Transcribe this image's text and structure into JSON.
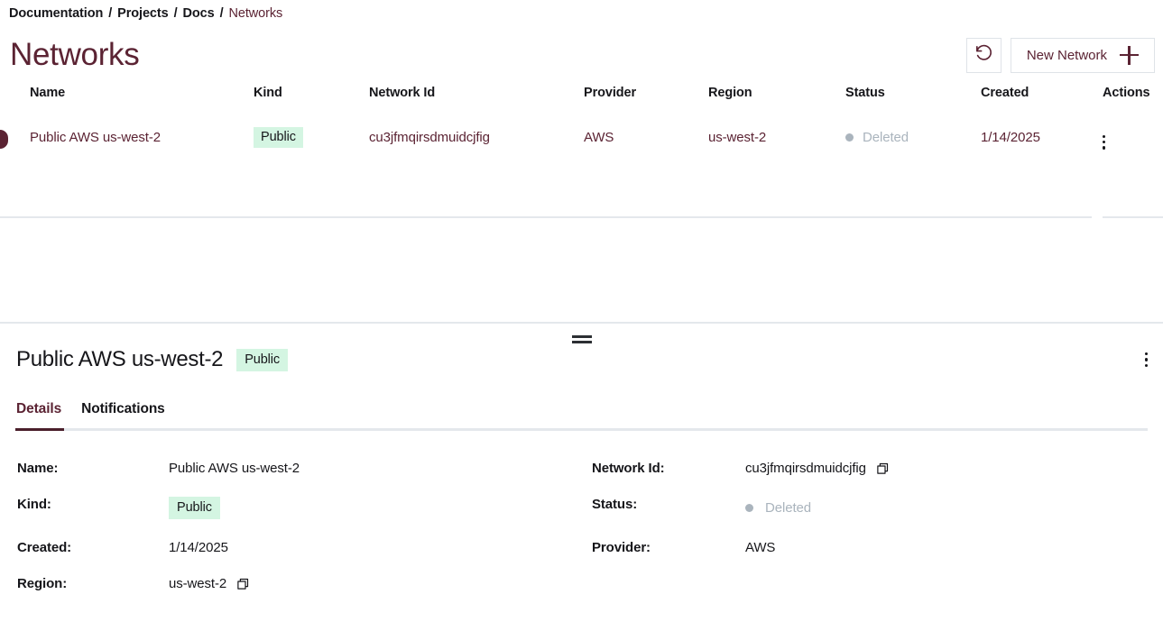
{
  "breadcrumb": {
    "items": [
      "Documentation",
      "Projects",
      "Docs",
      "Networks"
    ],
    "separator": "/"
  },
  "header": {
    "title": "Networks",
    "refresh_icon": "refresh-icon",
    "new_network_label": "New Network",
    "plus_icon": "plus-icon"
  },
  "table": {
    "columns": [
      "Name",
      "Kind",
      "Network Id",
      "Provider",
      "Region",
      "Status",
      "Created",
      "Actions"
    ],
    "rows": [
      {
        "name": "Public AWS us-west-2",
        "kind": "Public",
        "network_id": "cu3jfmqirsdmuidcjfig",
        "provider": "AWS",
        "region": "us-west-2",
        "status": "Deleted",
        "created": "1/14/2025",
        "actions_icon": "kebab-menu-icon",
        "selected": true
      }
    ]
  },
  "detail": {
    "title": "Public AWS us-west-2",
    "badge": "Public",
    "menu_icon": "kebab-menu-icon",
    "drag_handle": "resize-handle",
    "tabs": [
      {
        "label": "Details",
        "active": true
      },
      {
        "label": "Notifications",
        "active": false
      }
    ],
    "fields": {
      "name_label": "Name:",
      "name_value": "Public AWS us-west-2",
      "network_id_label": "Network Id:",
      "network_id_value": "cu3jfmqirsdmuidcjfig",
      "kind_label": "Kind:",
      "kind_value": "Public",
      "status_label": "Status:",
      "status_value": "Deleted",
      "created_label": "Created:",
      "created_value": "1/14/2025",
      "provider_label": "Provider:",
      "provider_value": "AWS",
      "region_label": "Region:",
      "region_value": "us-west-2"
    }
  },
  "colors": {
    "accent": "#5b2333",
    "accent_dark": "#4a1f2b",
    "badge_bg": "#d4f5e2",
    "muted": "#aab4bd",
    "rule": "#e4e8ec"
  }
}
